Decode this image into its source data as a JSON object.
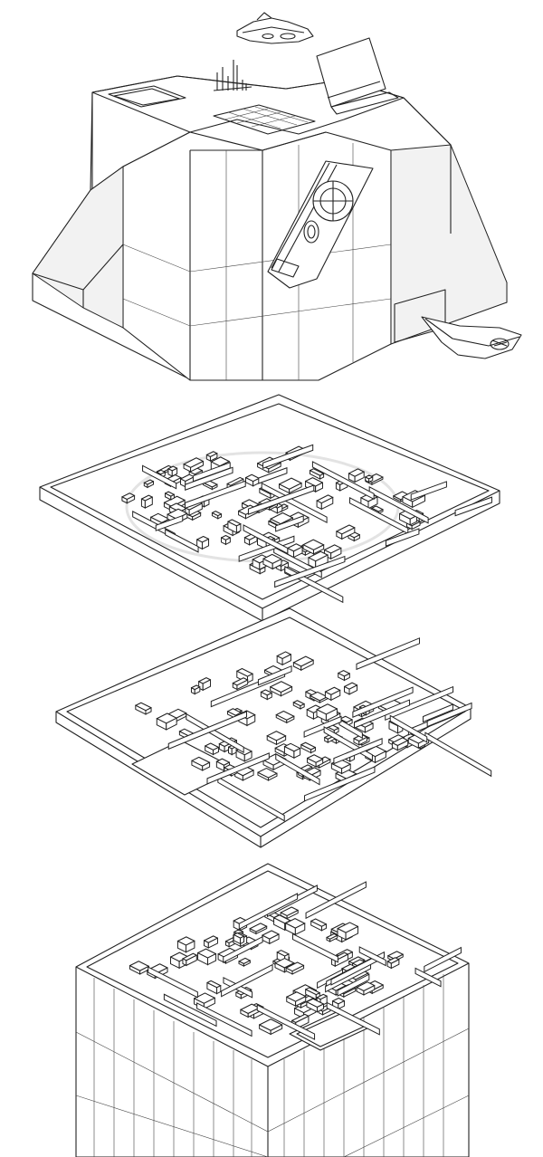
{
  "illustration": {
    "style": "black-and-white isometric line drawing",
    "background_color": "#ffffff",
    "line_color": "#222222",
    "layers": [
      {
        "name": "roof-structure",
        "icon": "building-roof"
      },
      {
        "name": "upper-floor-plan",
        "icon": "floor-plan"
      },
      {
        "name": "middle-floor-plan",
        "icon": "floor-plan"
      },
      {
        "name": "lower-tower",
        "icon": "tower"
      }
    ],
    "vehicles": [
      {
        "name": "top-shuttle",
        "icon": "spaceship"
      },
      {
        "name": "side-shuttle",
        "icon": "spaceship"
      }
    ]
  }
}
